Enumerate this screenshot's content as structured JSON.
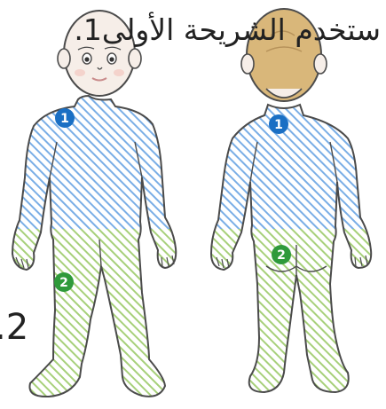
{
  "captions": {
    "step1": "ستخدم الشريحة الأولى1.",
    "step2": ".2"
  },
  "zones": [
    {
      "badge": "1",
      "color": "#1a6fc4",
      "fill": "#9fc3ee"
    },
    {
      "badge": "2",
      "color": "#2f9a3b",
      "fill": "#bfe19a"
    }
  ],
  "colors": {
    "skin": "#f6eee8",
    "hair_back": "#d9b77a",
    "outline": "#4b4b4b"
  }
}
